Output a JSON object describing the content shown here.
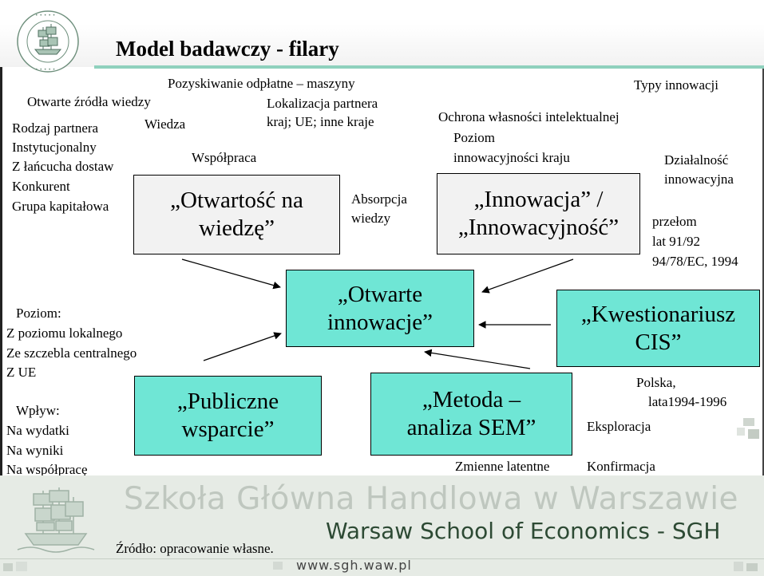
{
  "slide": {
    "title": "Model badawczy - filary",
    "source": "Źródło: opracowanie własne."
  },
  "footer": {
    "school_pl": "Szkoła Główna Handlowa w Warszawie",
    "school_en": "Warsaw School of Economics - SGH",
    "website": "www.sgh.waw.pl"
  },
  "boxes": {
    "openness": "„Otwartość na\nwiedzę”",
    "innovation": "„Innowacja” /\n„Innowacyjność”",
    "open_innovation": "„Otwarte\ninnowacje”",
    "questionnaire": "„Kwestionariusz\nCIS”",
    "public_support": "„Publiczne\nwsparcie”",
    "method": "„Metoda –\nanaliza SEM”"
  },
  "labels": {
    "pozyskiwanie": "Pozyskiwanie odpłatne – maszyny",
    "typy": "Typy innowacji",
    "otwarte_zrodla": "Otwarte źródła wiedzy",
    "lokalizacja_1": "Lokalizacja   partnera",
    "lokalizacja_2": "kraj; UE; inne kraje",
    "ochrona": "Ochrona własności intelektualnej",
    "wiedza": "Wiedza",
    "rodzaj": "Rodzaj  partnera",
    "instytucjonalny": "Instytucjonalny",
    "lancuch": "Z łańcucha dostaw",
    "konkurent": "Konkurent",
    "grupa": "Grupa kapitałowa",
    "poziom_1": "Poziom",
    "poziom_2": "innowacyjności kraju",
    "wspolpraca": "Współpraca",
    "dzialalnosc_1": "Działalność",
    "dzialalnosc_2": "innowacyjna",
    "absorpcja_1": "Absorpcja",
    "absorpcja_2": "wiedzy",
    "przelom_1": "przełom",
    "przelom_2": "lat 91/92",
    "przelom_3": "94/78/EC, 1994",
    "poziom_hdr": "Poziom:",
    "lokalny": "Z poziomu lokalnego",
    "centralny": "Ze szczebla centralnego",
    "ue": "Z UE",
    "polska_1": "Polska,",
    "polska_2": "lata1994-1996",
    "wplyw": "Wpływ:",
    "wydatki": "Na wydatki",
    "wyniki": "Na wyniki",
    "wspolprace": "Na współpracę",
    "eksploracja": "Eksploracja",
    "zmienne": "Zmienne latentne",
    "konfirmacja": "Konfirmacja"
  },
  "colors": {
    "teal_box": "#6fe6d5",
    "gray_box": "#f2f2f2",
    "title_rule": "#8fd1bd",
    "footer_bg": "#e6ebe5",
    "footer_text": "#2d4a34"
  },
  "icons": {
    "logo": "sgh-ship-seal-icon"
  }
}
